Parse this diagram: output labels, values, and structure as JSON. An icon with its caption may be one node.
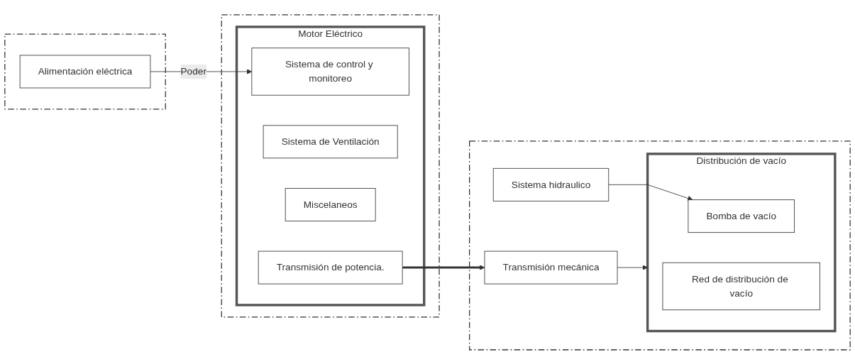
{
  "diagram": {
    "nodes": [
      {
        "text": [],
        "shape": "box"
      },
      {
        "text": [
          "Alimentación eléctrica"
        ],
        "in": 0
      },
      {
        "text": [],
        "shape": "box"
      },
      {
        "text": [
          "Motor Eléctrico"
        ],
        "in": 2
      },
      {
        "text": [
          "Sistema de control y monitoreo"
        ],
        "in": 3
      },
      {
        "text": [
          "Sistema de Ventilación"
        ],
        "in": 3
      },
      {
        "text": [
          "Miscelaneos"
        ],
        "in": 3
      },
      {
        "text": [
          "Transmisión de potencia."
        ],
        "in": 3
      },
      {
        "text": [],
        "shape": "box"
      },
      {
        "text": [
          "Transmisión mecánica"
        ],
        "in": 8
      },
      {
        "text": [
          "Sistema hidraulico"
        ],
        "in": 8
      },
      {
        "text": [
          "Distribución de vacío"
        ],
        "in": 8
      },
      {
        "text": [
          "Bomba de vacío"
        ],
        "in": 11
      },
      {
        "text": [
          "Red de distribución de vacío"
        ],
        "in": 11
      }
    ],
    "edges": [
      {
        "from": 1,
        "to": 4,
        "arrow": "to",
        "label": "Poder"
      },
      {
        "from": 7,
        "to": 9,
        "arrow": "to",
        "style": "thick"
      },
      {
        "from": 9,
        "to": 11,
        "arrow": "to"
      },
      {
        "from": 10,
        "to": 12,
        "arrow": "to"
      }
    ]
  }
}
